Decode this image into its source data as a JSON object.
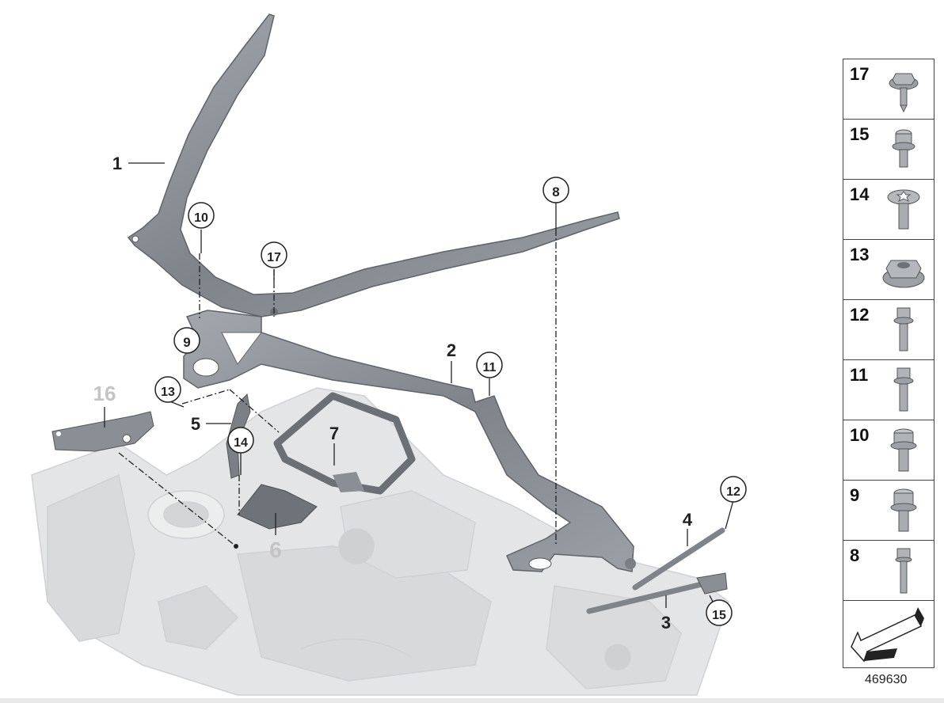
{
  "diagram": {
    "callouts": [
      {
        "id": "1",
        "style": "plain"
      },
      {
        "id": "2",
        "style": "plain"
      },
      {
        "id": "3",
        "style": "plain"
      },
      {
        "id": "4",
        "style": "plain"
      },
      {
        "id": "5",
        "style": "plain"
      },
      {
        "id": "6",
        "style": "faded"
      },
      {
        "id": "7",
        "style": "plain"
      },
      {
        "id": "8",
        "style": "circle"
      },
      {
        "id": "9",
        "style": "circle"
      },
      {
        "id": "10",
        "style": "circle"
      },
      {
        "id": "11",
        "style": "circle"
      },
      {
        "id": "12",
        "style": "circle"
      },
      {
        "id": "13",
        "style": "circle"
      },
      {
        "id": "14",
        "style": "circle"
      },
      {
        "id": "15",
        "style": "circle"
      },
      {
        "id": "16",
        "style": "faded"
      },
      {
        "id": "17",
        "style": "circle"
      }
    ],
    "colors": {
      "part": "#8a8f96",
      "part_dark": "#5f646b",
      "body": "#e4e5e7",
      "body_line": "#c9cbce",
      "line": "#222222",
      "faded_text": "#c4c4c4"
    }
  },
  "legend": {
    "items": [
      {
        "number": "17",
        "icon": "flange-bolt-hex-icon"
      },
      {
        "number": "15",
        "icon": "torx-bolt-short-icon"
      },
      {
        "number": "14",
        "icon": "torx-bolt-washer-icon"
      },
      {
        "number": "13",
        "icon": "hex-flange-nut-icon"
      },
      {
        "number": "12",
        "icon": "torx-bolt-long-icon"
      },
      {
        "number": "11",
        "icon": "torx-bolt-long-icon"
      },
      {
        "number": "10",
        "icon": "torx-flange-bolt-icon"
      },
      {
        "number": "9",
        "icon": "torx-collar-bolt-icon"
      },
      {
        "number": "8",
        "icon": "hex-bolt-long-icon"
      }
    ],
    "arrow_icon": "front-direction-arrow-icon"
  },
  "document_id": "469630"
}
